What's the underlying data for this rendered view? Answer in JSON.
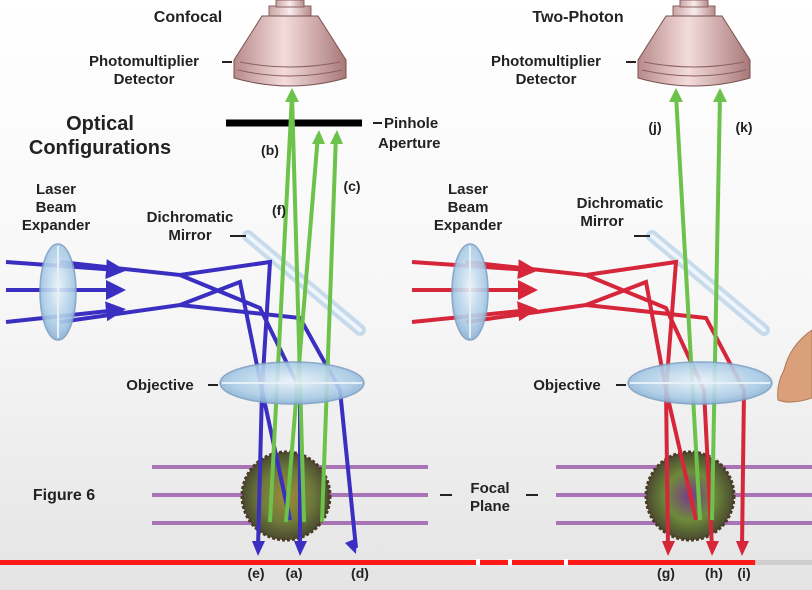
{
  "titles": {
    "confocal": "Confocal",
    "two_photon": "Two-Photon"
  },
  "heading": {
    "line1": "Optical",
    "line2": "Configurations"
  },
  "detector": {
    "line1": "Photomultiplier",
    "line2": "Detector"
  },
  "pinhole": {
    "line1": "Pinhole",
    "line2": "Aperture"
  },
  "expander": {
    "line1": "Laser",
    "line2": "Beam",
    "line3": "Expander"
  },
  "mirror": {
    "line1": "Dichromatic",
    "line2": "Mirror"
  },
  "objective": "Objective",
  "figure": "Figure 6",
  "focal": {
    "line1": "Focal",
    "line2": "Plane"
  },
  "labels": {
    "a": "(a)",
    "b": "(b)",
    "c": "(c)",
    "d": "(d)",
    "e": "(e)",
    "f": "(f)",
    "g": "(g)",
    "h": "(h)",
    "i": "(i)",
    "j": "(j)",
    "k": "(k)"
  },
  "colors": {
    "confocal_laser": "#3a2fc0",
    "two_photon_laser": "#d6263a",
    "emission": "#6cc24a",
    "progress_bar": "#ff1a1a"
  },
  "video_progress": 0.93
}
